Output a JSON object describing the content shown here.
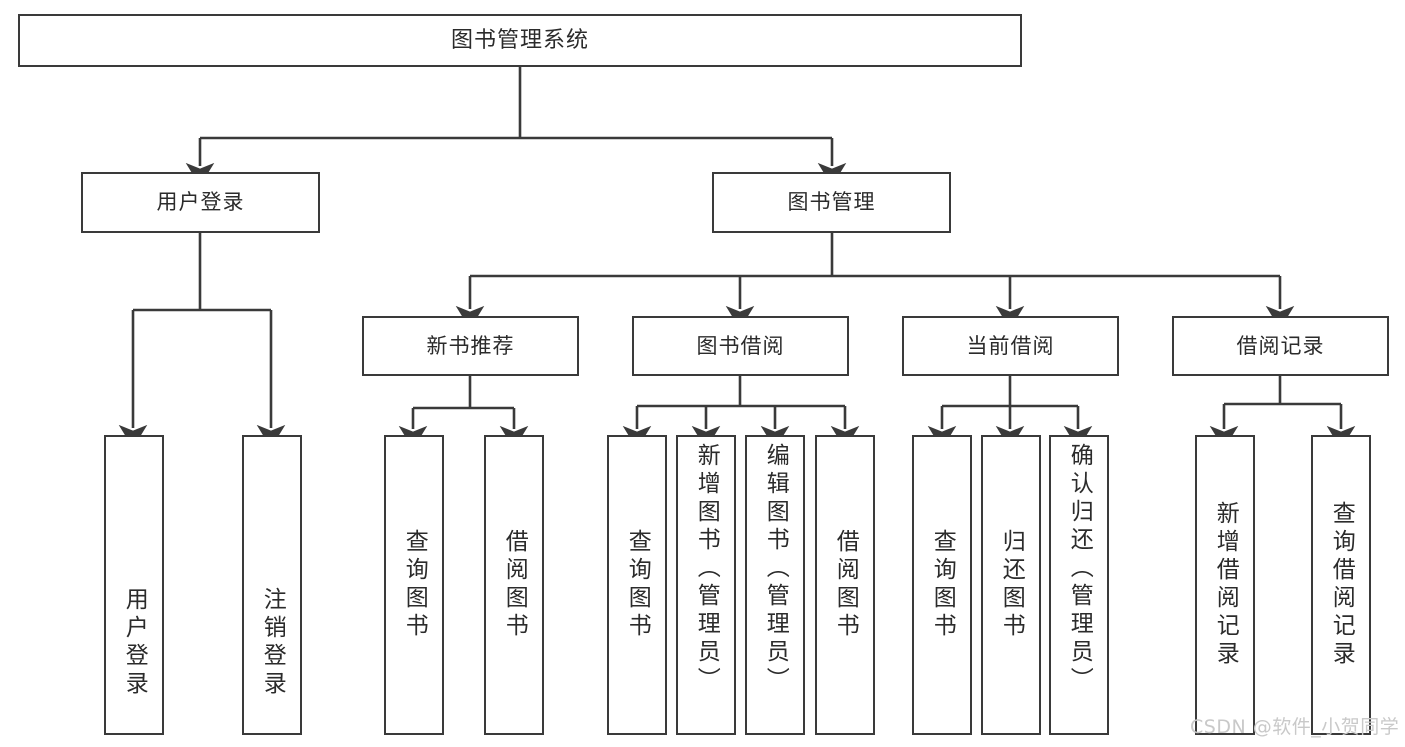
{
  "diagram": {
    "type": "tree",
    "title": "图书管理系统",
    "root": {
      "label": "图书管理系统"
    },
    "level1": [
      {
        "label": "用户登录"
      },
      {
        "label": "图书管理"
      }
    ],
    "level2": [
      {
        "label": "新书推荐"
      },
      {
        "label": "图书借阅"
      },
      {
        "label": "当前借阅"
      },
      {
        "label": "借阅记录"
      }
    ],
    "leaves": {
      "user_login": [
        {
          "label": "用户登录"
        },
        {
          "label": "注销登录"
        }
      ],
      "new_book": [
        {
          "label": "查询图书"
        },
        {
          "label": "借阅图书"
        }
      ],
      "book_borrow": [
        {
          "label": "查询图书"
        },
        {
          "label": "新增图书（管理员）"
        },
        {
          "label": "编辑图书（管理员）"
        },
        {
          "label": "借阅图书"
        }
      ],
      "current_borrow": [
        {
          "label": "查询图书"
        },
        {
          "label": "归还图书"
        },
        {
          "label": "确认归还（管理员）"
        }
      ],
      "borrow_record": [
        {
          "label": "新增借阅记录"
        },
        {
          "label": "查询借阅记录"
        }
      ]
    }
  },
  "watermark": {
    "text": "CSDN @软件_小贺同学"
  },
  "colors": {
    "box_border": "#3a3a3a",
    "box_fill": "#ffffff",
    "text": "#2b2b2b",
    "edge": "#3a3a3a",
    "watermark": "#c9c9c9"
  }
}
